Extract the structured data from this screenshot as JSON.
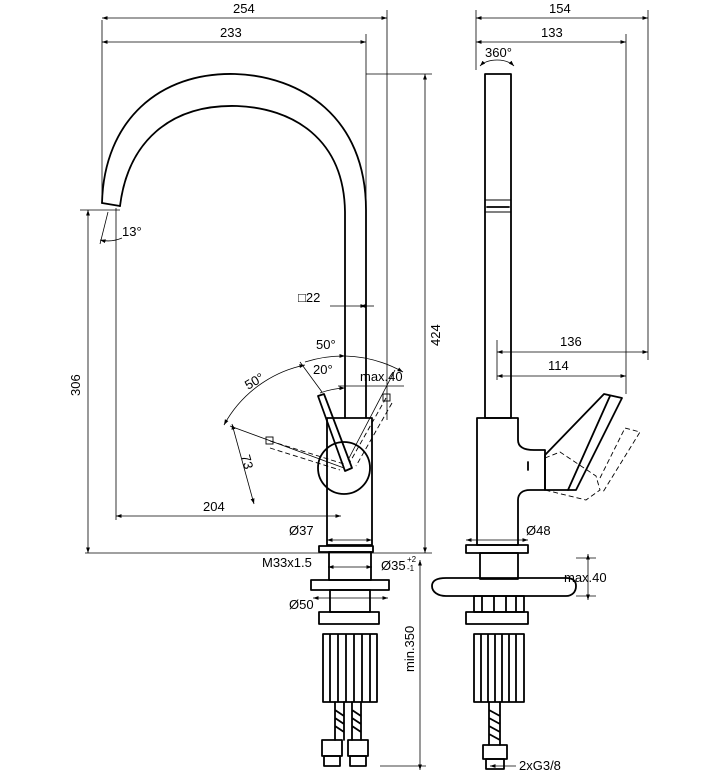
{
  "dimensions": {
    "front_width_outer": "254",
    "front_width_spout": "233",
    "side_width_outer": "154",
    "side_width_spout": "133",
    "swivel": "360°",
    "spout_tilt": "13°",
    "spout_section": "□22",
    "total_height": "424",
    "spout_height": "306",
    "lever_angle_front": "50°",
    "lever_angle_back": "50°",
    "lever_angle_min": "20°",
    "lever_travel": "max.40",
    "lever_radius": "73",
    "reach_to_lever": "204",
    "body_diameter": "Ø37",
    "thread": "M33x1.5",
    "hole_diameter": "Ø35",
    "hole_tol_plus": "+2",
    "hole_tol_minus": "-1",
    "base_plate_diameter": "Ø50",
    "min_length": "min.350",
    "side_lever_reach_outer": "136",
    "side_lever_reach_inner": "114",
    "side_base_diameter": "Ø48",
    "deck_thickness": "max.40",
    "hose_connection": "2xG3/8"
  }
}
